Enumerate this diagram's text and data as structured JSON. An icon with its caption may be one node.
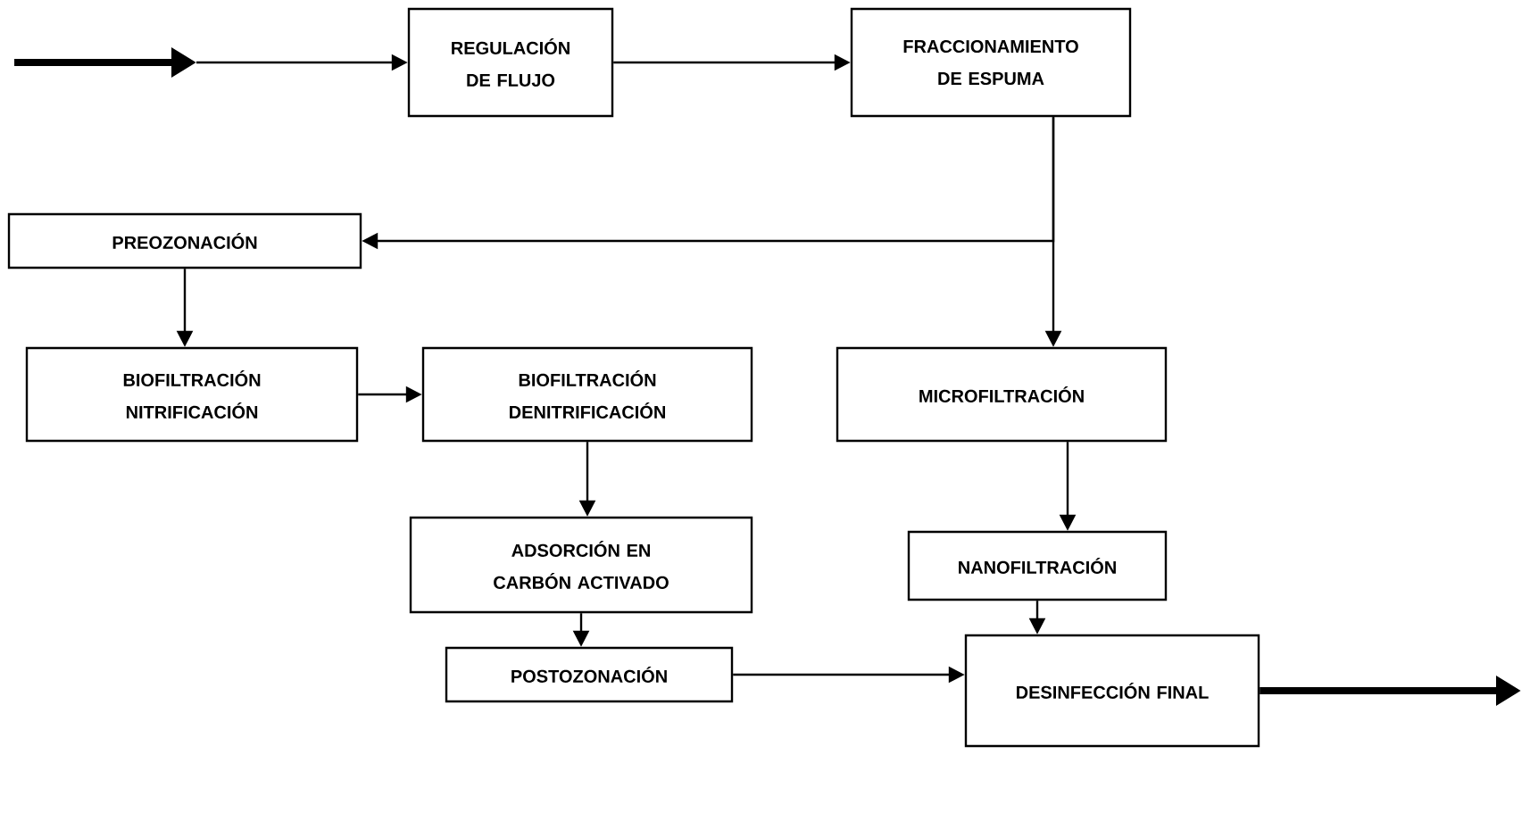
{
  "diagram": {
    "nodes": [
      {
        "text": [
          "REGULACIÓN DE FLUJO"
        ]
      },
      {
        "text": [
          "FRACCIONAMIENTO DE ESPUMA"
        ]
      },
      {
        "text": [
          "PREOZONACIÓN"
        ]
      },
      {
        "text": [
          "BIOFILTRACIÓN NITRIFICACIÓN"
        ]
      },
      {
        "text": [
          "BIOFILTRACIÓN DENITRIFICACIÓN"
        ]
      },
      {
        "text": [
          "MICROFILTRACIÓN"
        ]
      },
      {
        "text": [
          "ADSORCIÓN EN CARBÓN ACTIVADO"
        ]
      },
      {
        "text": [
          "NANOFILTRACIÓN"
        ]
      },
      {
        "text": [
          "POSTOZONACIÓN"
        ]
      },
      {
        "text": [
          "DESINFECCIÓN FINAL"
        ]
      }
    ],
    "edges": [
      {
        "from": null,
        "to": 0,
        "arrow": "to"
      },
      {
        "from": 0,
        "to": 1,
        "arrow": "to"
      },
      {
        "from": 1,
        "to": 2,
        "arrow": "to"
      },
      {
        "from": 1,
        "to": 5,
        "arrow": "to"
      },
      {
        "from": 2,
        "to": 3,
        "arrow": "to"
      },
      {
        "from": 3,
        "to": 4,
        "arrow": "to"
      },
      {
        "from": 4,
        "to": 6,
        "arrow": "to"
      },
      {
        "from": 5,
        "to": 7,
        "arrow": "to"
      },
      {
        "from": 6,
        "to": 8,
        "arrow": "to"
      },
      {
        "from": 7,
        "to": 9,
        "arrow": "to"
      },
      {
        "from": 8,
        "to": 9,
        "arrow": "to"
      },
      {
        "from": 9,
        "to": null,
        "arrow": "to",
        "style": "thick"
      }
    ]
  }
}
